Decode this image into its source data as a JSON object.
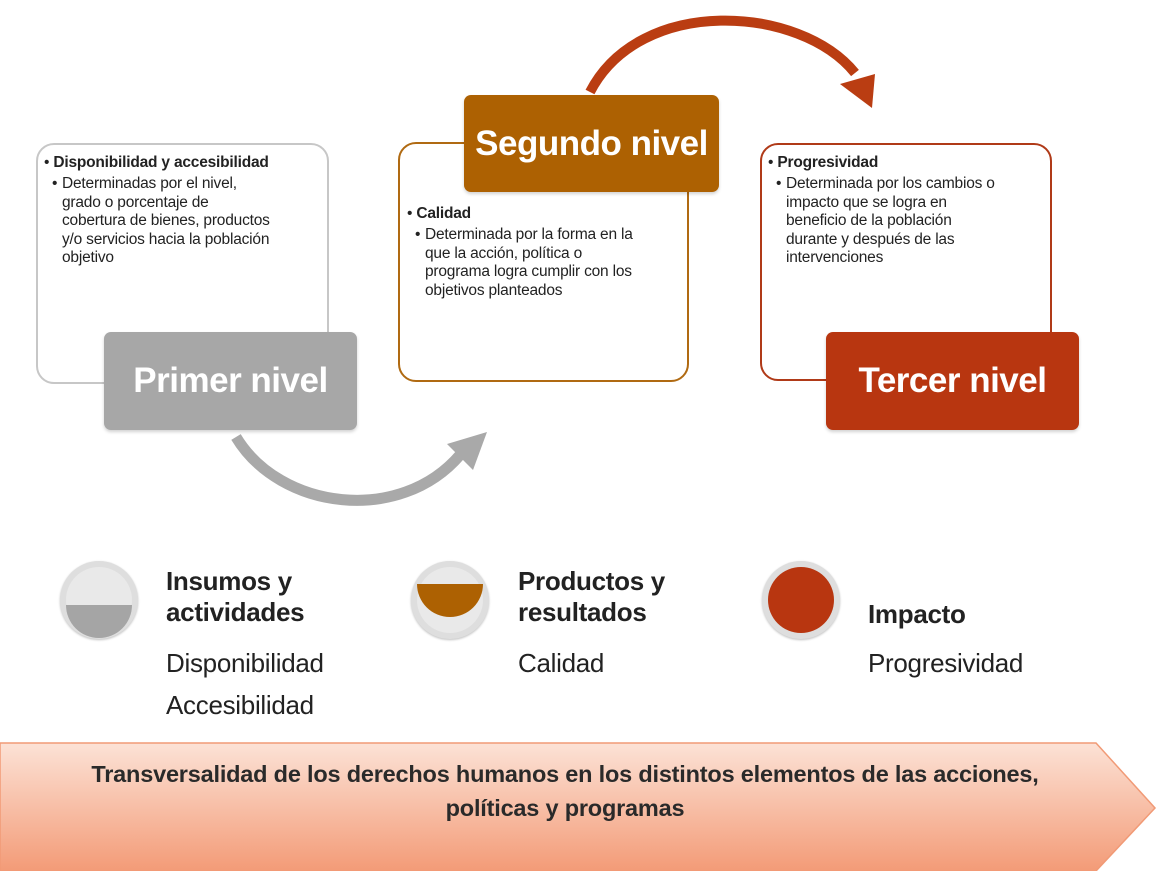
{
  "colors": {
    "gray": "#a7a7a7",
    "brown": "#ad6102",
    "red": "#b83610",
    "banner_top": "#fce0d4",
    "banner_bottom": "#f3a07e"
  },
  "levels": [
    {
      "label": "Primer nivel",
      "heading": "Disponibilidad y accesibilidad",
      "detail": [
        "Determinadas por el nivel,",
        "grado o porcentaje de",
        "cobertura de bienes, productos",
        "y/o servicios hacia la población",
        "objetivo"
      ]
    },
    {
      "label": "Segundo nivel",
      "heading": "Calidad",
      "detail": [
        "Determinada por la forma en la",
        "que la acción, política o",
        "programa logra cumplir con los",
        "objetivos planteados"
      ]
    },
    {
      "label": "Tercer nivel",
      "heading": "Progresividad",
      "detail": [
        "Determinada por los cambios o",
        "impacto que se logra en",
        "beneficio de la población",
        "durante y después de las",
        "intervenciones"
      ]
    }
  ],
  "legend": [
    {
      "title": [
        "Insumos y",
        "actividades"
      ],
      "items": [
        "Disponibilidad",
        "Accesibilidad"
      ],
      "fill": 0.3
    },
    {
      "title": [
        "Productos y",
        "resultados"
      ],
      "items": [
        "Calidad"
      ],
      "fill": 0.6
    },
    {
      "title": [
        "Impacto"
      ],
      "items": [
        "Progresividad"
      ],
      "fill": 1.0
    }
  ],
  "banner": {
    "line1": "Transversalidad de los derechos humanos en los distintos elementos de las acciones,",
    "line2": "políticas y programas"
  }
}
